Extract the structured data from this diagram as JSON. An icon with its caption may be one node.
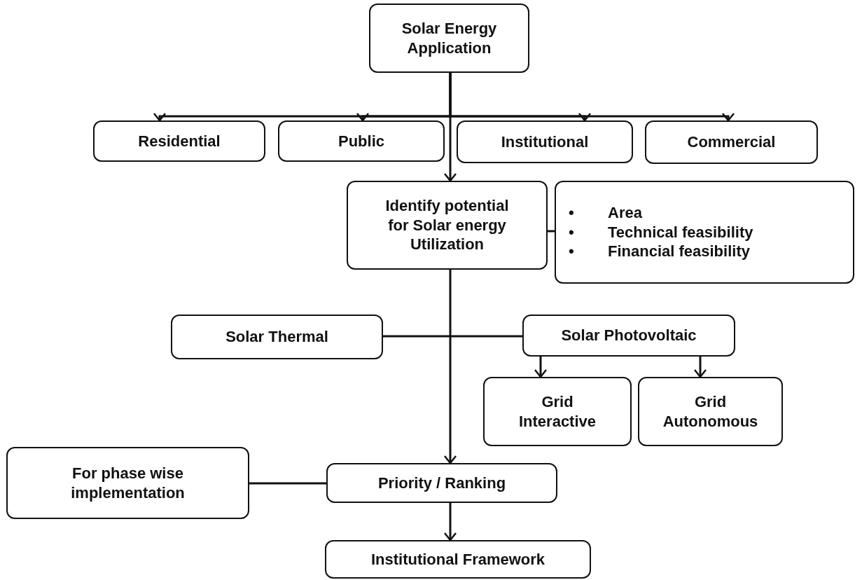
{
  "diagram": {
    "nodes": [
      {
        "text": [
          "Solar Energy Application"
        ]
      },
      {
        "text": [
          "Residential"
        ]
      },
      {
        "text": [
          "Public"
        ]
      },
      {
        "text": [
          "Institutional"
        ]
      },
      {
        "text": [
          "Commercial"
        ]
      },
      {
        "text": [
          "Identify potential for Solar energy Utilization"
        ]
      },
      {
        "text": [
          "•",
          "Area",
          "•",
          "Technical feasibility",
          "•",
          "Financial feasibility"
        ]
      },
      {
        "text": [
          "Solar Thermal"
        ]
      },
      {
        "text": [
          "Solar Photovoltaic"
        ]
      },
      {
        "text": [
          "Grid Interactive"
        ]
      },
      {
        "text": [
          "Grid Autonomous"
        ]
      },
      {
        "text": [
          "For phase wise implementation"
        ]
      },
      {
        "text": [
          "Priority / Ranking"
        ]
      },
      {
        "text": [
          "Institutional Framework"
        ]
      }
    ],
    "edges": [
      {
        "from": 0,
        "to": 1,
        "arrow": "to"
      },
      {
        "from": 0,
        "to": 2,
        "arrow": "to"
      },
      {
        "from": 0,
        "to": 3,
        "arrow": "to"
      },
      {
        "from": 0,
        "to": 4,
        "arrow": "to"
      },
      {
        "from": 0,
        "to": 5,
        "arrow": "to"
      },
      {
        "from": 5,
        "to": 6,
        "arrow": "none"
      },
      {
        "from": 5,
        "to": 12,
        "arrow": "to"
      },
      {
        "from": 7,
        "to": 8,
        "arrow": "none"
      },
      {
        "from": 8,
        "to": 9,
        "arrow": "to"
      },
      {
        "from": 8,
        "to": 10,
        "arrow": "to"
      },
      {
        "from": 11,
        "to": 12,
        "arrow": "none"
      },
      {
        "from": 12,
        "to": 13,
        "arrow": "to"
      }
    ]
  }
}
